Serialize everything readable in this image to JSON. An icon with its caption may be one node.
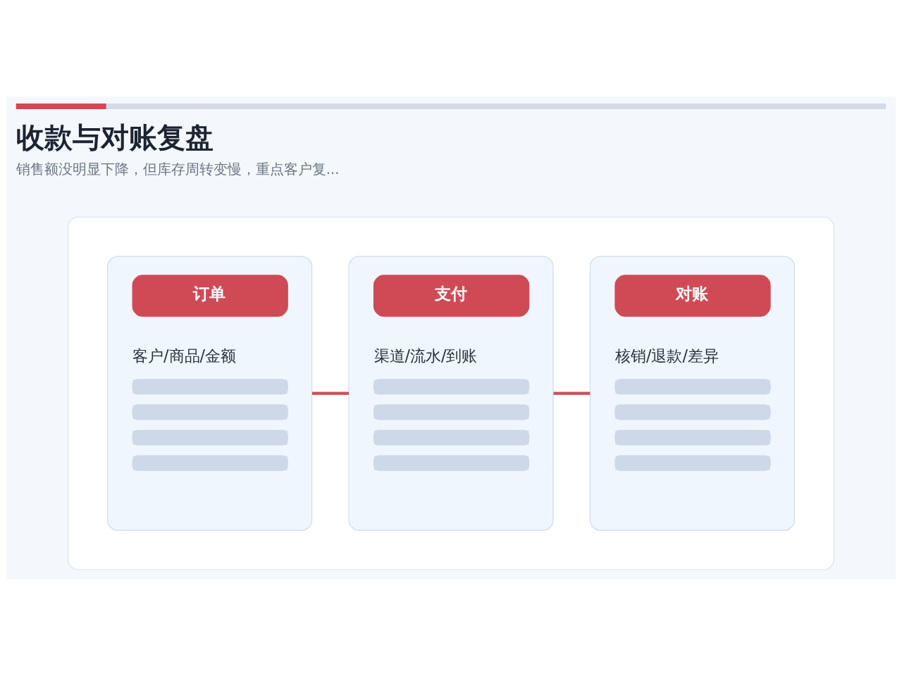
{
  "diagram": {
    "title": "收款与对账复盘",
    "caption": "销售额没明显下降，但库存周转变慢，重点客户复...",
    "nodes": [
      {
        "text": [],
        "shape": "box"
      },
      {
        "text": [
          "订单",
          "客户/商品/金额"
        ],
        "in": 0
      },
      {
        "text": [
          "支付",
          "渠道/流水/到账"
        ],
        "in": 0
      },
      {
        "text": [
          "对账",
          "核销/退款/差异"
        ],
        "in": 0
      }
    ],
    "edges": [
      {
        "from": 1,
        "to": 2,
        "arrow": "none"
      },
      {
        "from": 2,
        "to": 3,
        "arrow": "none"
      }
    ]
  }
}
